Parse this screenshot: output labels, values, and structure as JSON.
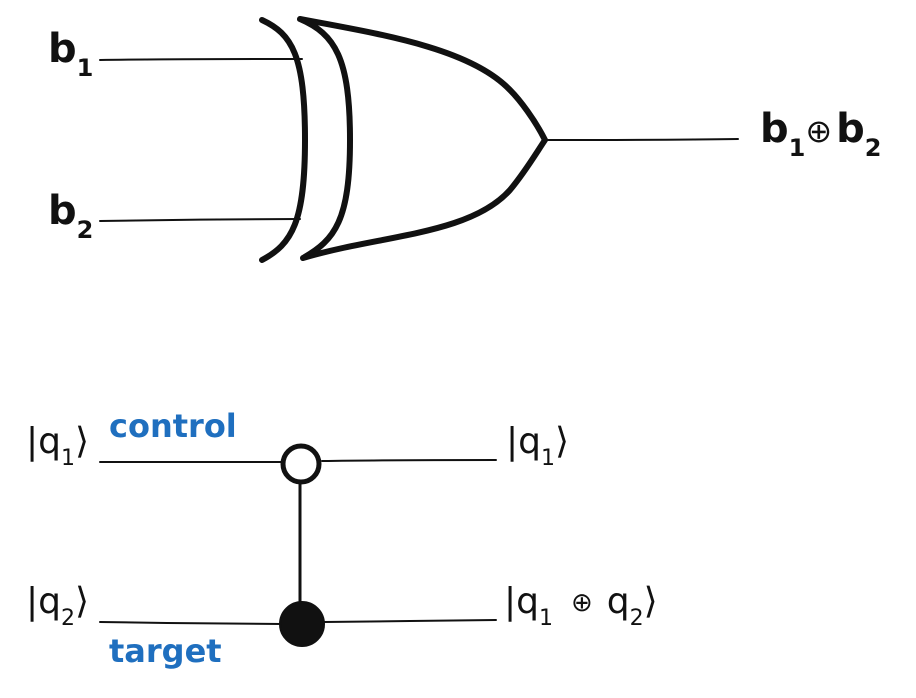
{
  "colors": {
    "ink": "#111111",
    "accent": "#1f6fbf",
    "background": "#ffffff"
  },
  "xor_gate": {
    "input_a": {
      "base": "b",
      "sub": "1"
    },
    "input_b": {
      "base": "b",
      "sub": "2"
    },
    "output": {
      "a_base": "b",
      "a_sub": "1",
      "operator": "⊕",
      "b_base": "b",
      "b_sub": "2"
    }
  },
  "cnot": {
    "control_label": "control",
    "target_label": "target",
    "in_top": {
      "bar": "|",
      "base": "q",
      "sub": "1",
      "ket": "⟩"
    },
    "in_bottom": {
      "bar": "|",
      "base": "q",
      "sub": "2",
      "ket": "⟩"
    },
    "out_top": {
      "bar": "|",
      "base": "q",
      "sub": "1",
      "ket": "⟩"
    },
    "out_bottom": {
      "bar": "|",
      "base1": "q",
      "sub1": "1",
      "operator": "⊕",
      "base2": "q",
      "sub2": "2",
      "ket": "⟩"
    }
  }
}
